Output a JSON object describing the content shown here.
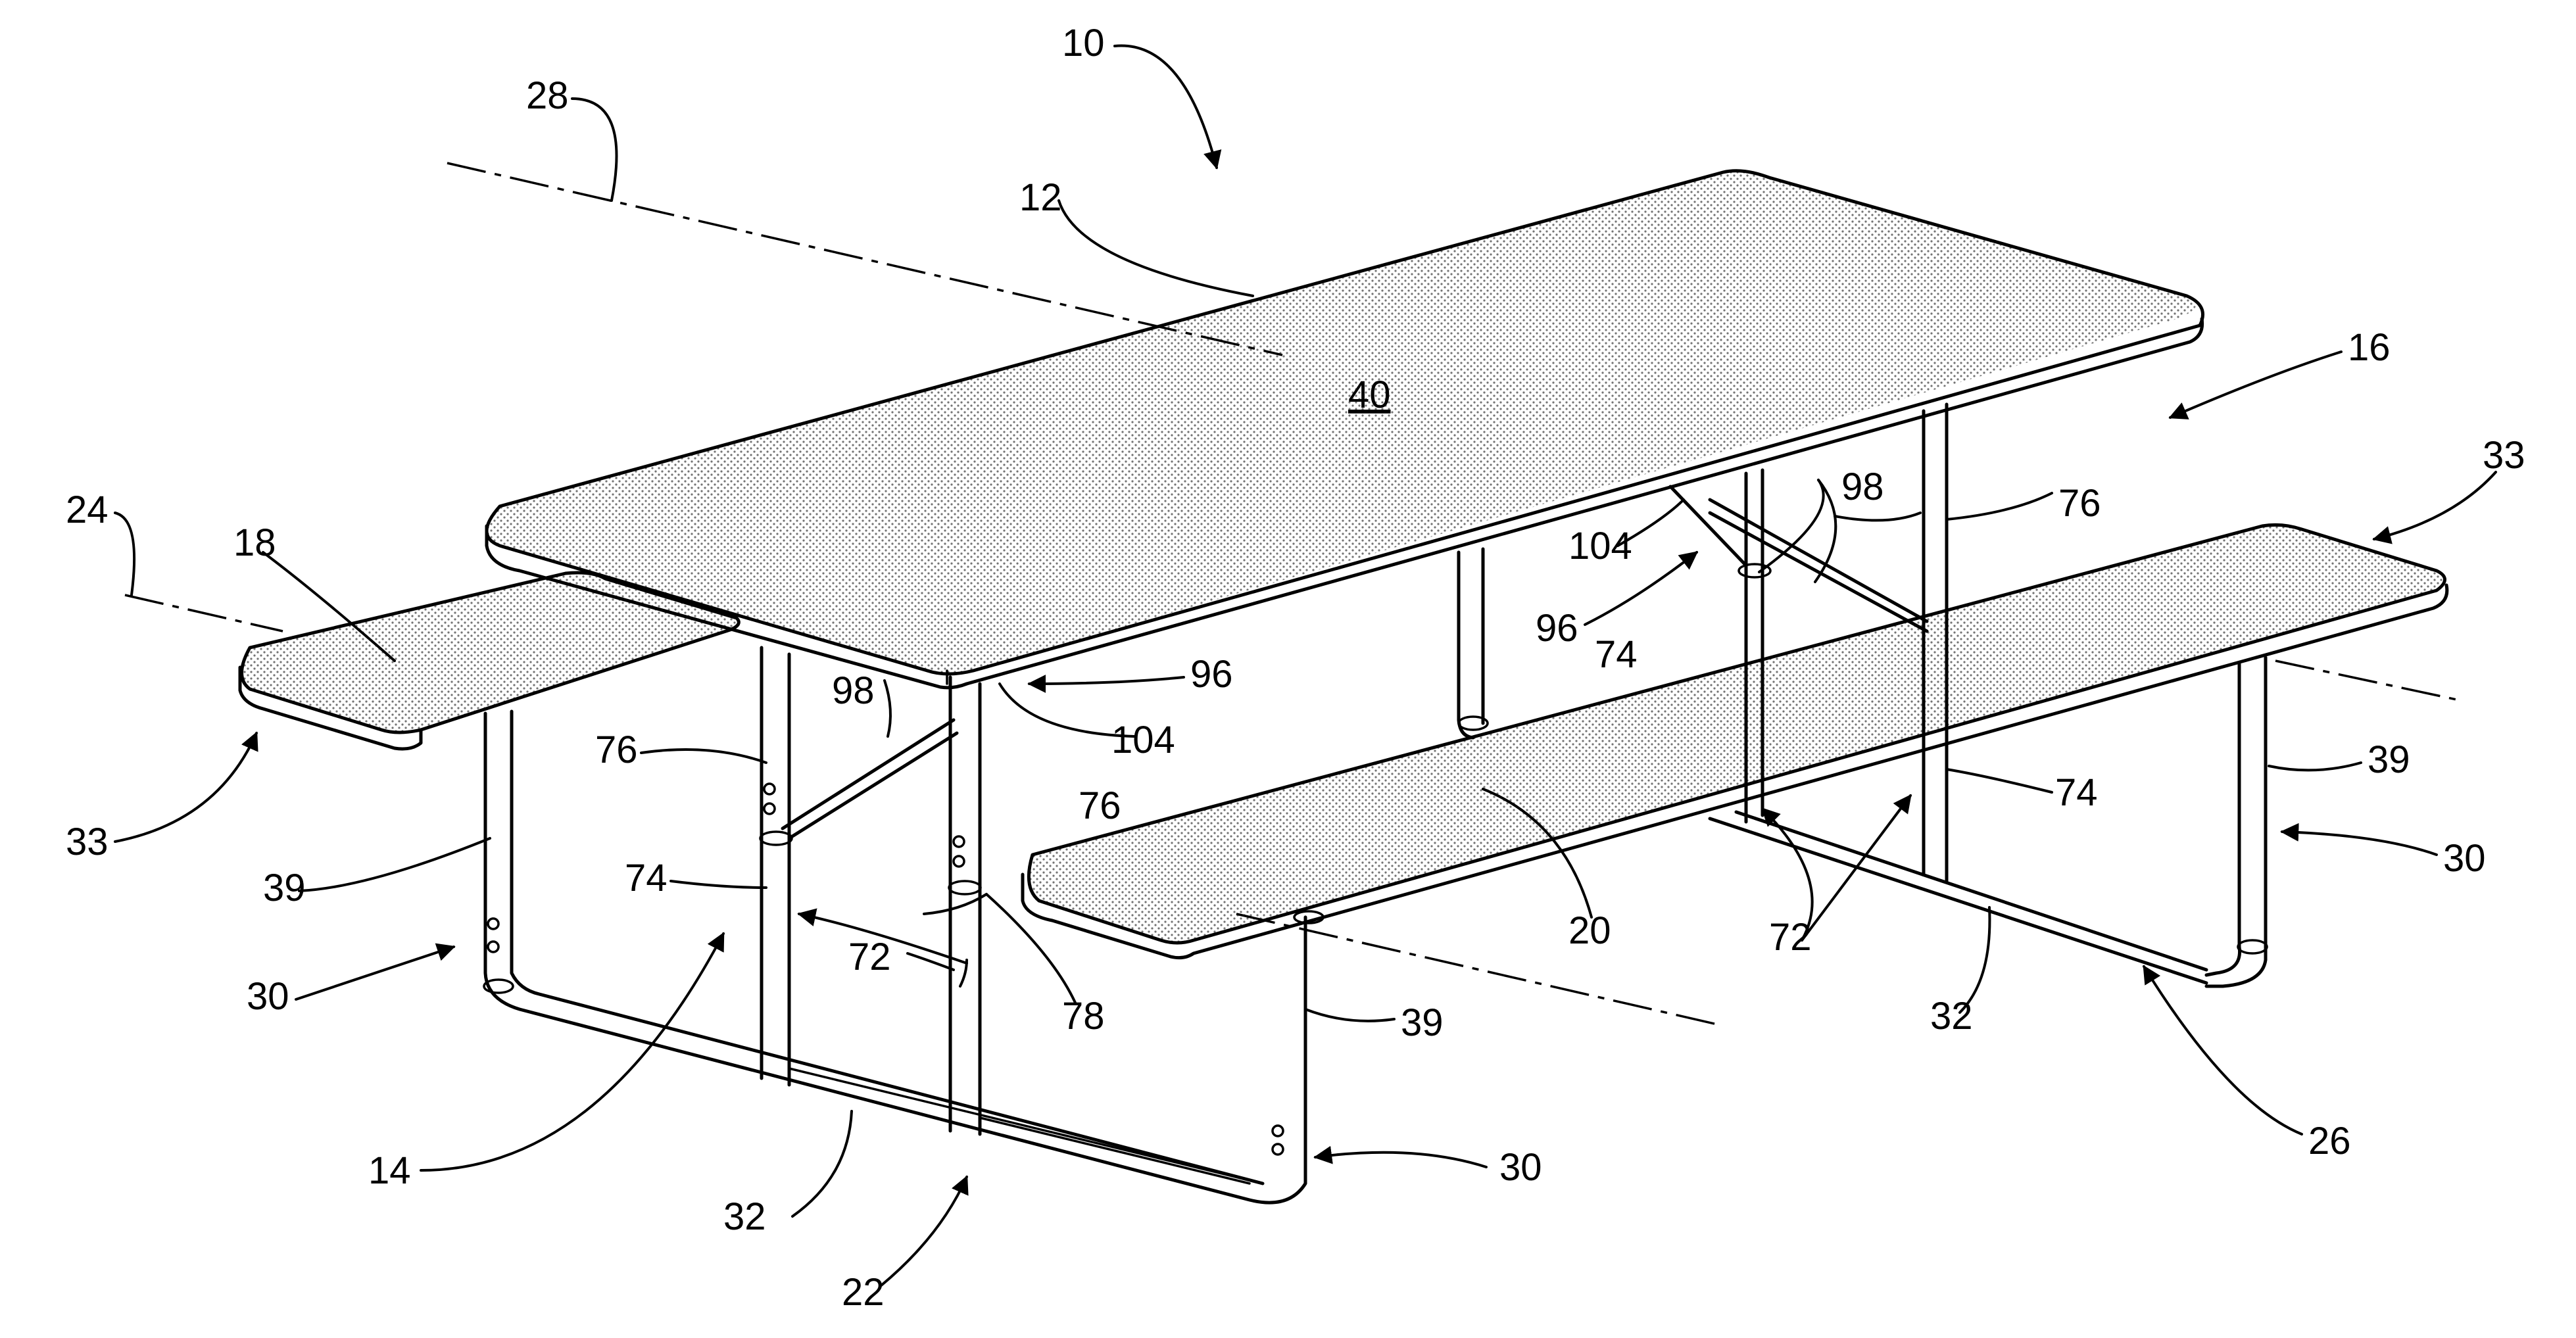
{
  "figure": {
    "reference_numerals": {
      "assembly": "10",
      "tabletop": "12",
      "first_end": "14",
      "second_end": "16",
      "first_bench": "18",
      "second_bench": "20",
      "first_support": "22",
      "axis_left": "24",
      "second_support": "26",
      "axis_top": "28",
      "leg_30": "30",
      "rail_32": "32",
      "bench_end_33": "33",
      "post_39": "39",
      "top_surface": "40",
      "leg_72": "72",
      "lower_tube_74": "74",
      "upper_tube_76": "76",
      "joint_78": "78",
      "brace_96": "96",
      "brace_arm_98": "98",
      "pivot_104": "104"
    }
  }
}
